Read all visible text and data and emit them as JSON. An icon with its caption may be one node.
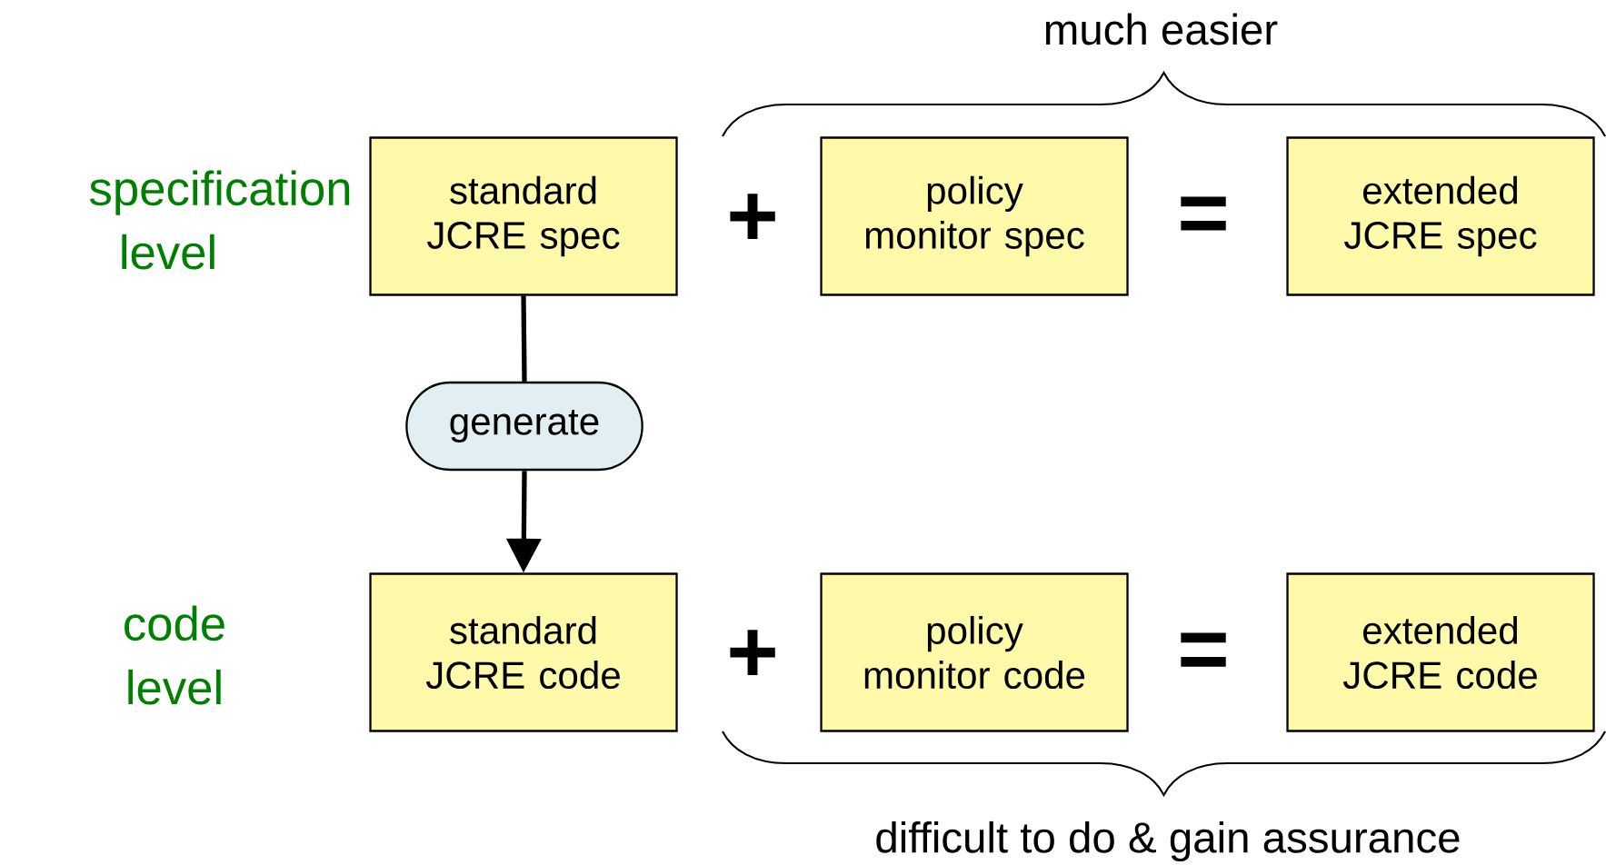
{
  "diagram": {
    "nodes": [
      {
        "text": [
          "standard JCRE spec"
        ]
      },
      {
        "text": [
          "policy monitor spec"
        ]
      },
      {
        "text": [
          "extended JCRE spec"
        ]
      },
      {
        "text": [
          "generate"
        ]
      },
      {
        "text": [
          "standard JCRE code"
        ]
      },
      {
        "text": [
          "policy monitor code"
        ]
      },
      {
        "text": [
          "extended JCRE code"
        ]
      }
    ],
    "edges": [
      {
        "from": 0,
        "to": 3,
        "arrow": "none"
      },
      {
        "from": 3,
        "to": 4,
        "arrow": "to"
      }
    ],
    "labels": [
      "much easier",
      "specification level",
      "+",
      "=",
      "code level",
      "+",
      "=",
      "difficult to do & gain assurance"
    ]
  }
}
